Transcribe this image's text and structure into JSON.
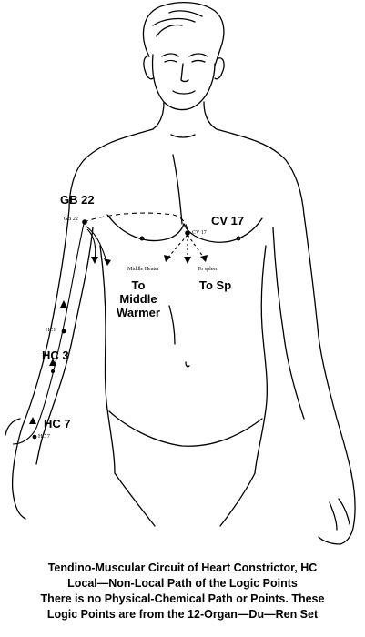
{
  "labels": {
    "gb22": "GB 22",
    "gb22_small": "GB 22",
    "cv17": "CV 17",
    "cv17_small": "CV 17",
    "middle_heater_small": "Middle Heater",
    "to_middle_line1": "To",
    "to_middle_line2": "Middle",
    "to_middle_line3": "Warmer",
    "to_spleen_small": "To spleen",
    "to_sp": "To Sp",
    "hc1_small": "HC1",
    "hc3": "HC 3",
    "hc7": "HC 7",
    "hc7_small": "HC 7"
  },
  "caption": {
    "line1": "Tendino-Muscular Circuit of Heart Constrictor, HC",
    "line2": "Local—Non-Local Path of the Logic Points",
    "line3": "There is no Physical-Chemical Path or Points. These",
    "line4": "Logic Points are from the 12-Organ—Du—Ren Set"
  }
}
